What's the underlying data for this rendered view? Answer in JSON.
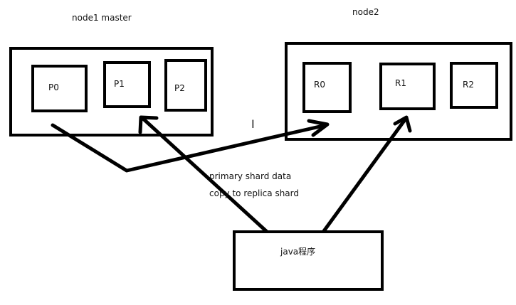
{
  "node1": {
    "title": "node1   master",
    "shards": [
      "P0",
      "P1",
      "P2"
    ]
  },
  "node2": {
    "title": "node2",
    "shards": [
      "R0",
      "R1",
      "R2"
    ]
  },
  "note": {
    "line1": "primary shard data",
    "line2": "copy to replica shard"
  },
  "client": {
    "label": "java程序"
  },
  "cursor_glyph": "I",
  "colors": {
    "stroke": "#000000",
    "background": "#ffffff"
  }
}
